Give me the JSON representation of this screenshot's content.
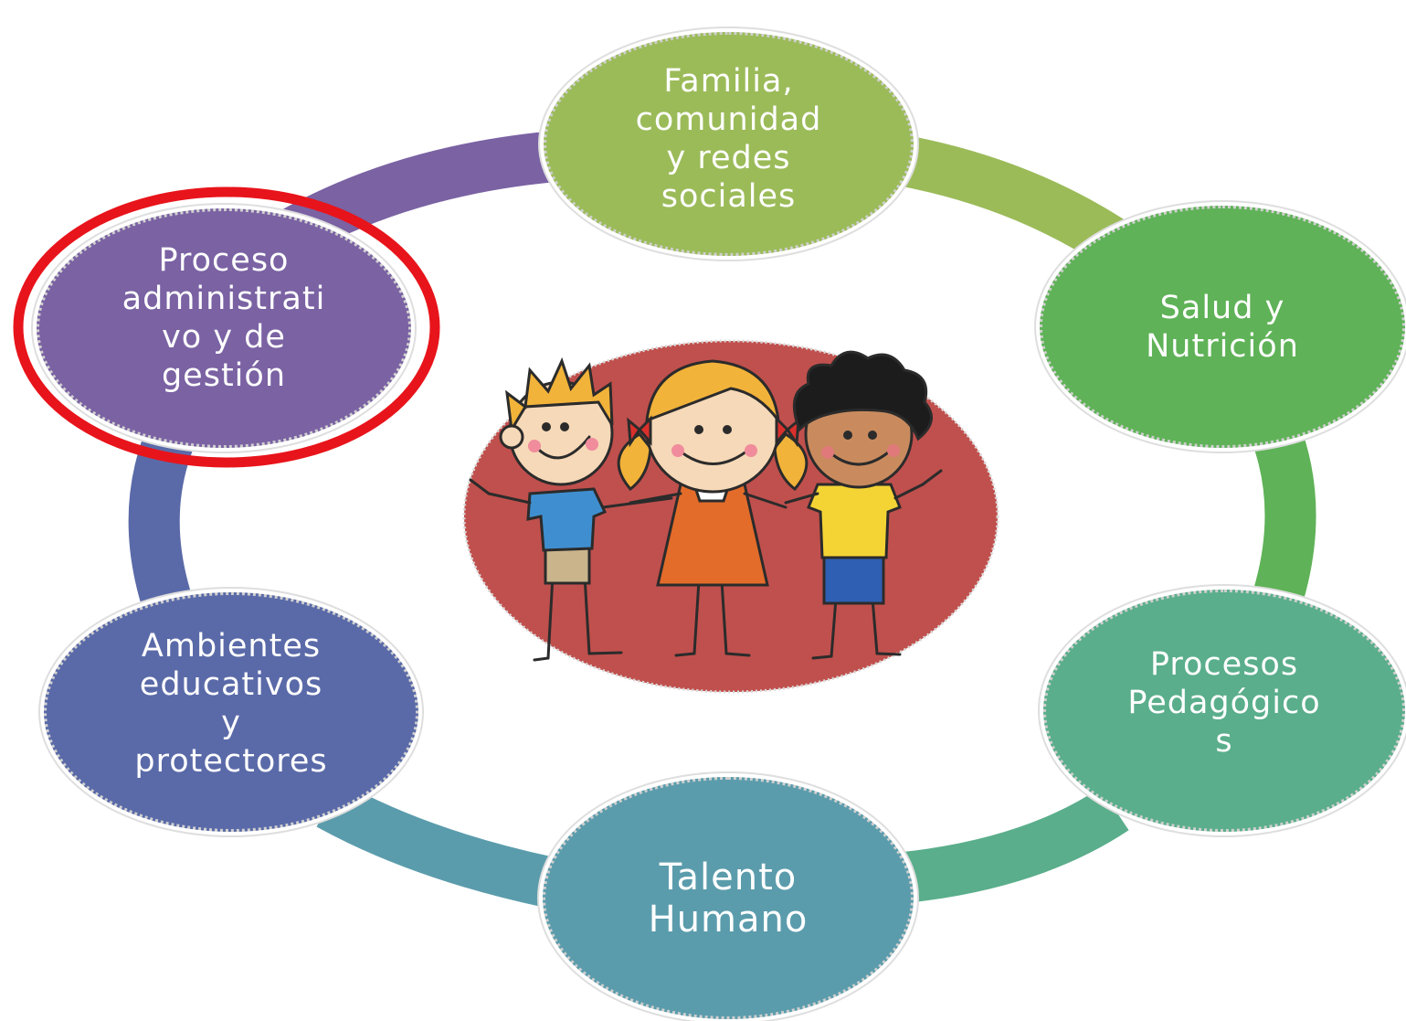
{
  "nodes": [
    {
      "id": "familia",
      "label": "Familia,\ncomunidad\ny redes\nsociales",
      "color": "#9bbb59"
    },
    {
      "id": "salud",
      "label": "Salud y\nNutrición",
      "color": "#5fb257"
    },
    {
      "id": "procesos",
      "label": "Procesos\nPedagógico\ns",
      "color": "#5aae8b"
    },
    {
      "id": "talento",
      "label": "Talento\nHumano",
      "color": "#5b9cac"
    },
    {
      "id": "ambientes",
      "label": "Ambientes\neducativos\ny\nprotectores",
      "color": "#5a6aa8"
    },
    {
      "id": "proceso",
      "label": "Proceso\nadministrati\nvo y de\ngestión",
      "color": "#7a62a3"
    }
  ],
  "highlight": {
    "target": "proceso",
    "color": "#e8141b"
  },
  "center_image": {
    "icon": "three-children-illustration",
    "background": "#c0504d"
  },
  "ring_colors": {
    "proceso_to_familia": "#7a62a3",
    "familia_to_salud": "#9bbb59",
    "salud_to_procesos": "#5fb257",
    "procesos_to_talento": "#5aae8b",
    "talento_to_ambientes": "#5b9cac",
    "ambientes_to_proceso": "#5a6aa8"
  }
}
